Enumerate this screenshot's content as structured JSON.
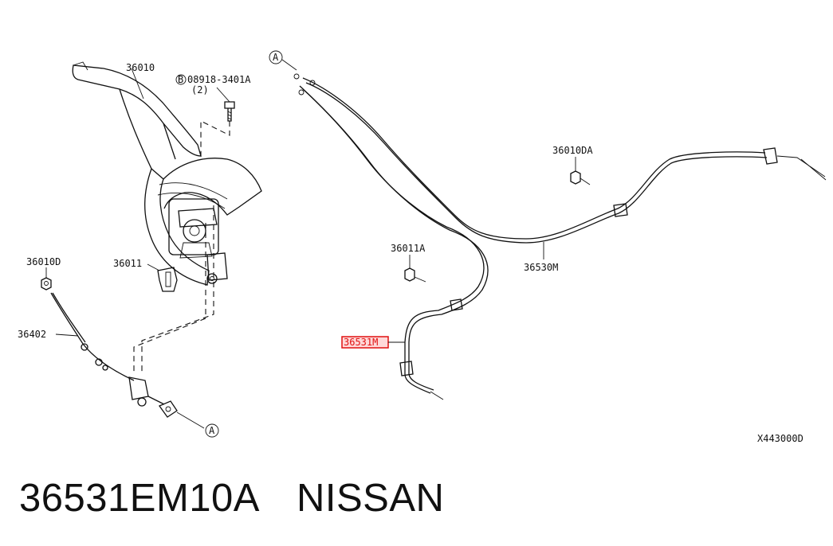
{
  "diagram": {
    "callouts": {
      "lever": "36010",
      "bolt": "08918-3401A",
      "bolt_prefix": "B",
      "bolt_qty": "(2)",
      "nut_lh": "36010D",
      "bracket": "36011",
      "front_cable": "36402",
      "nut_rh": "36010DA",
      "clip": "36011A",
      "rear_cable_rh": "36530M",
      "rear_cable_lh": "36531M",
      "connector_a": "A",
      "diagram_code": "X443000D"
    },
    "highlight_color": "#e01010"
  },
  "footer": {
    "part_number": "36531EM10A",
    "brand": "NISSAN"
  }
}
